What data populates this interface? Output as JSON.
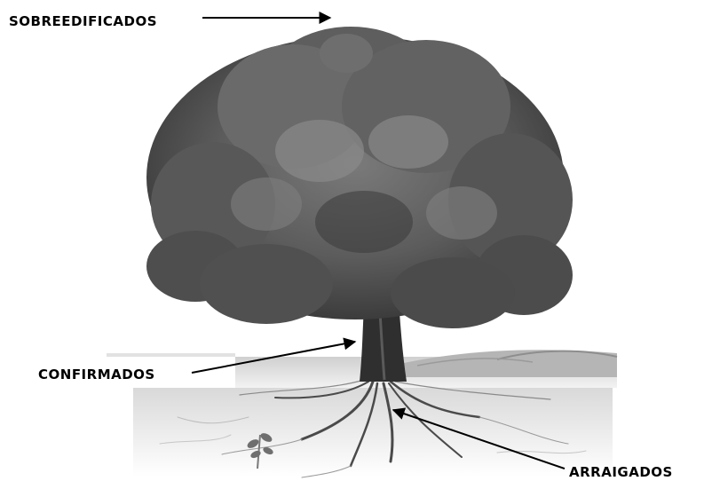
{
  "labels": {
    "top": "SOBREEDIFICADOS",
    "middle": "CONFIRMADOS",
    "bottom": "ARRAIGADOS"
  },
  "illustration": {
    "subject": "tree-with-roots",
    "palette": {
      "foliage_dark": "#3f3f3f",
      "foliage_mid": "#6b6b6b",
      "foliage_light": "#9a9a9a",
      "trunk": "#2f2f2f",
      "ground": "#bdbdbd",
      "roots": "#4a4a4a",
      "arrow": "#000000"
    }
  }
}
